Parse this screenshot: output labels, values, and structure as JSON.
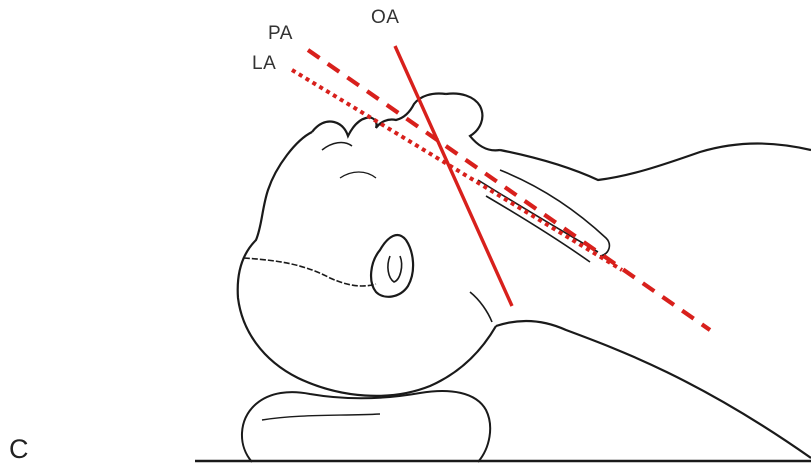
{
  "figure": {
    "panel_letter": "C",
    "axes": [
      {
        "key": "oa",
        "label": "OA",
        "style": "solid",
        "color": "#d8201c"
      },
      {
        "key": "pa",
        "label": "PA",
        "style": "dashed",
        "color": "#d8201c"
      },
      {
        "key": "la",
        "label": "LA",
        "style": "dotted",
        "color": "#d8201c"
      }
    ],
    "colors": {
      "line_art": "#1a1a1a",
      "axis_red": "#d8201c",
      "background": "#ffffff"
    }
  }
}
